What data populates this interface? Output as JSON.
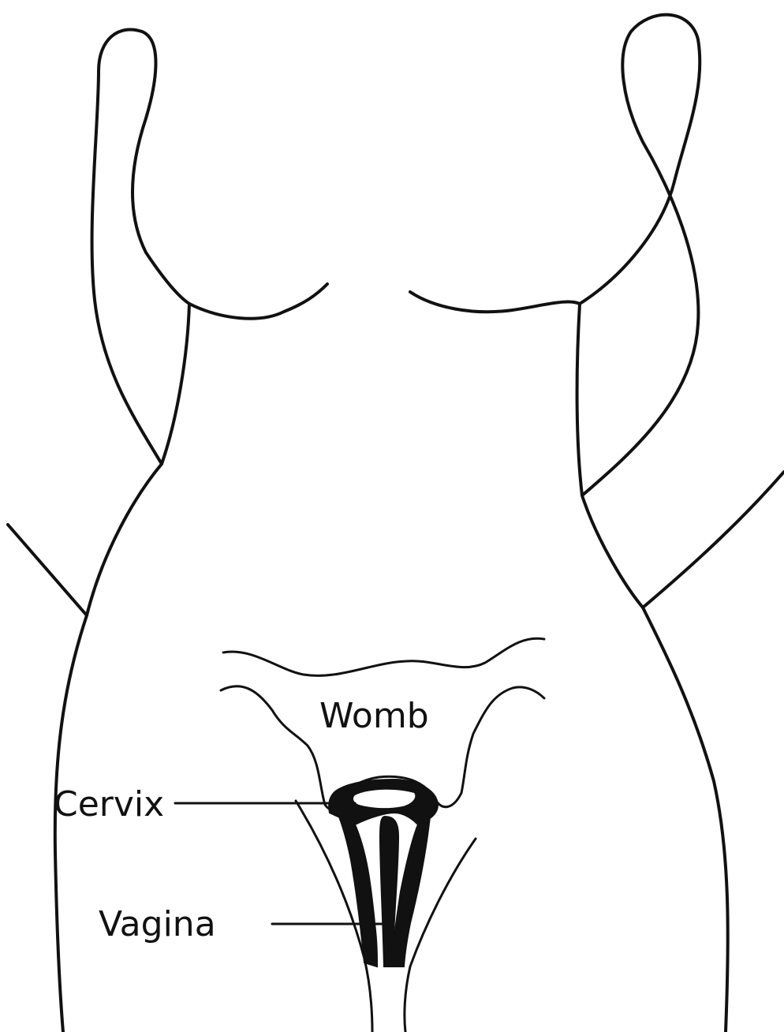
{
  "labels": {
    "womb": "Womb",
    "cervix": "Cervix",
    "vagina": "Vagina"
  },
  "colors": {
    "line": "#111111",
    "background": "#ffffff"
  }
}
